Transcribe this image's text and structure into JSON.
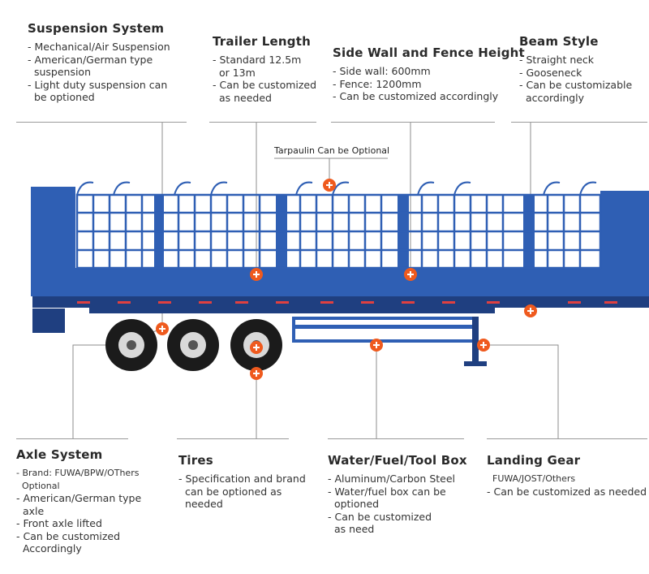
{
  "callouts": {
    "suspension": {
      "title": "Suspension System",
      "lines": [
        "- Mechanical/Air Suspension",
        "- American/German type",
        "  suspension",
        "- Light duty suspension can",
        "  be optioned"
      ]
    },
    "trailer_length": {
      "title": "Trailer Length",
      "lines": [
        "- Standard 12.5m",
        "  or 13m",
        "- Can be customized",
        "  as needed"
      ]
    },
    "side_wall": {
      "title": "Side Wall and Fence Height",
      "lines": [
        "- Side wall: 600mm",
        "- Fence: 1200mm",
        "- Can be customized accordingly"
      ]
    },
    "beam": {
      "title": "Beam Style",
      "lines": [
        "- Straight neck",
        "- Gooseneck",
        "- Can be customizable",
        "  accordingly"
      ]
    },
    "tarpaulin": {
      "label": "Tarpaulin Can be Optional"
    },
    "axle": {
      "title": "Axle System",
      "lines": [
        "- Brand: FUWA/BPW/OThers",
        "  Optional",
        "- American/German type",
        "  axle",
        "- Front axle lifted",
        "- Can be customized",
        "  Accordingly"
      ]
    },
    "tires": {
      "title": "Tires",
      "lines": [
        "- Specification and brand",
        "  can be optioned as",
        "  needed"
      ]
    },
    "toolbox": {
      "title": "Water/Fuel/Tool Box",
      "lines": [
        "- Aluminum/Carbon Steel",
        "- Water/fuel box can be",
        "  optioned",
        "- Can be customized",
        "  as need"
      ]
    },
    "landing_gear": {
      "title": "Landing Gear",
      "lines": [
        "  FUWA/JOST/Others",
        "- Can be customized as needed"
      ]
    }
  },
  "colors": {
    "trailer_blue": "#2f5fb4",
    "trailer_dark": "#1f3f80",
    "marker_orange": "#ef5a1e",
    "leader_gray": "#8c8c8c"
  }
}
